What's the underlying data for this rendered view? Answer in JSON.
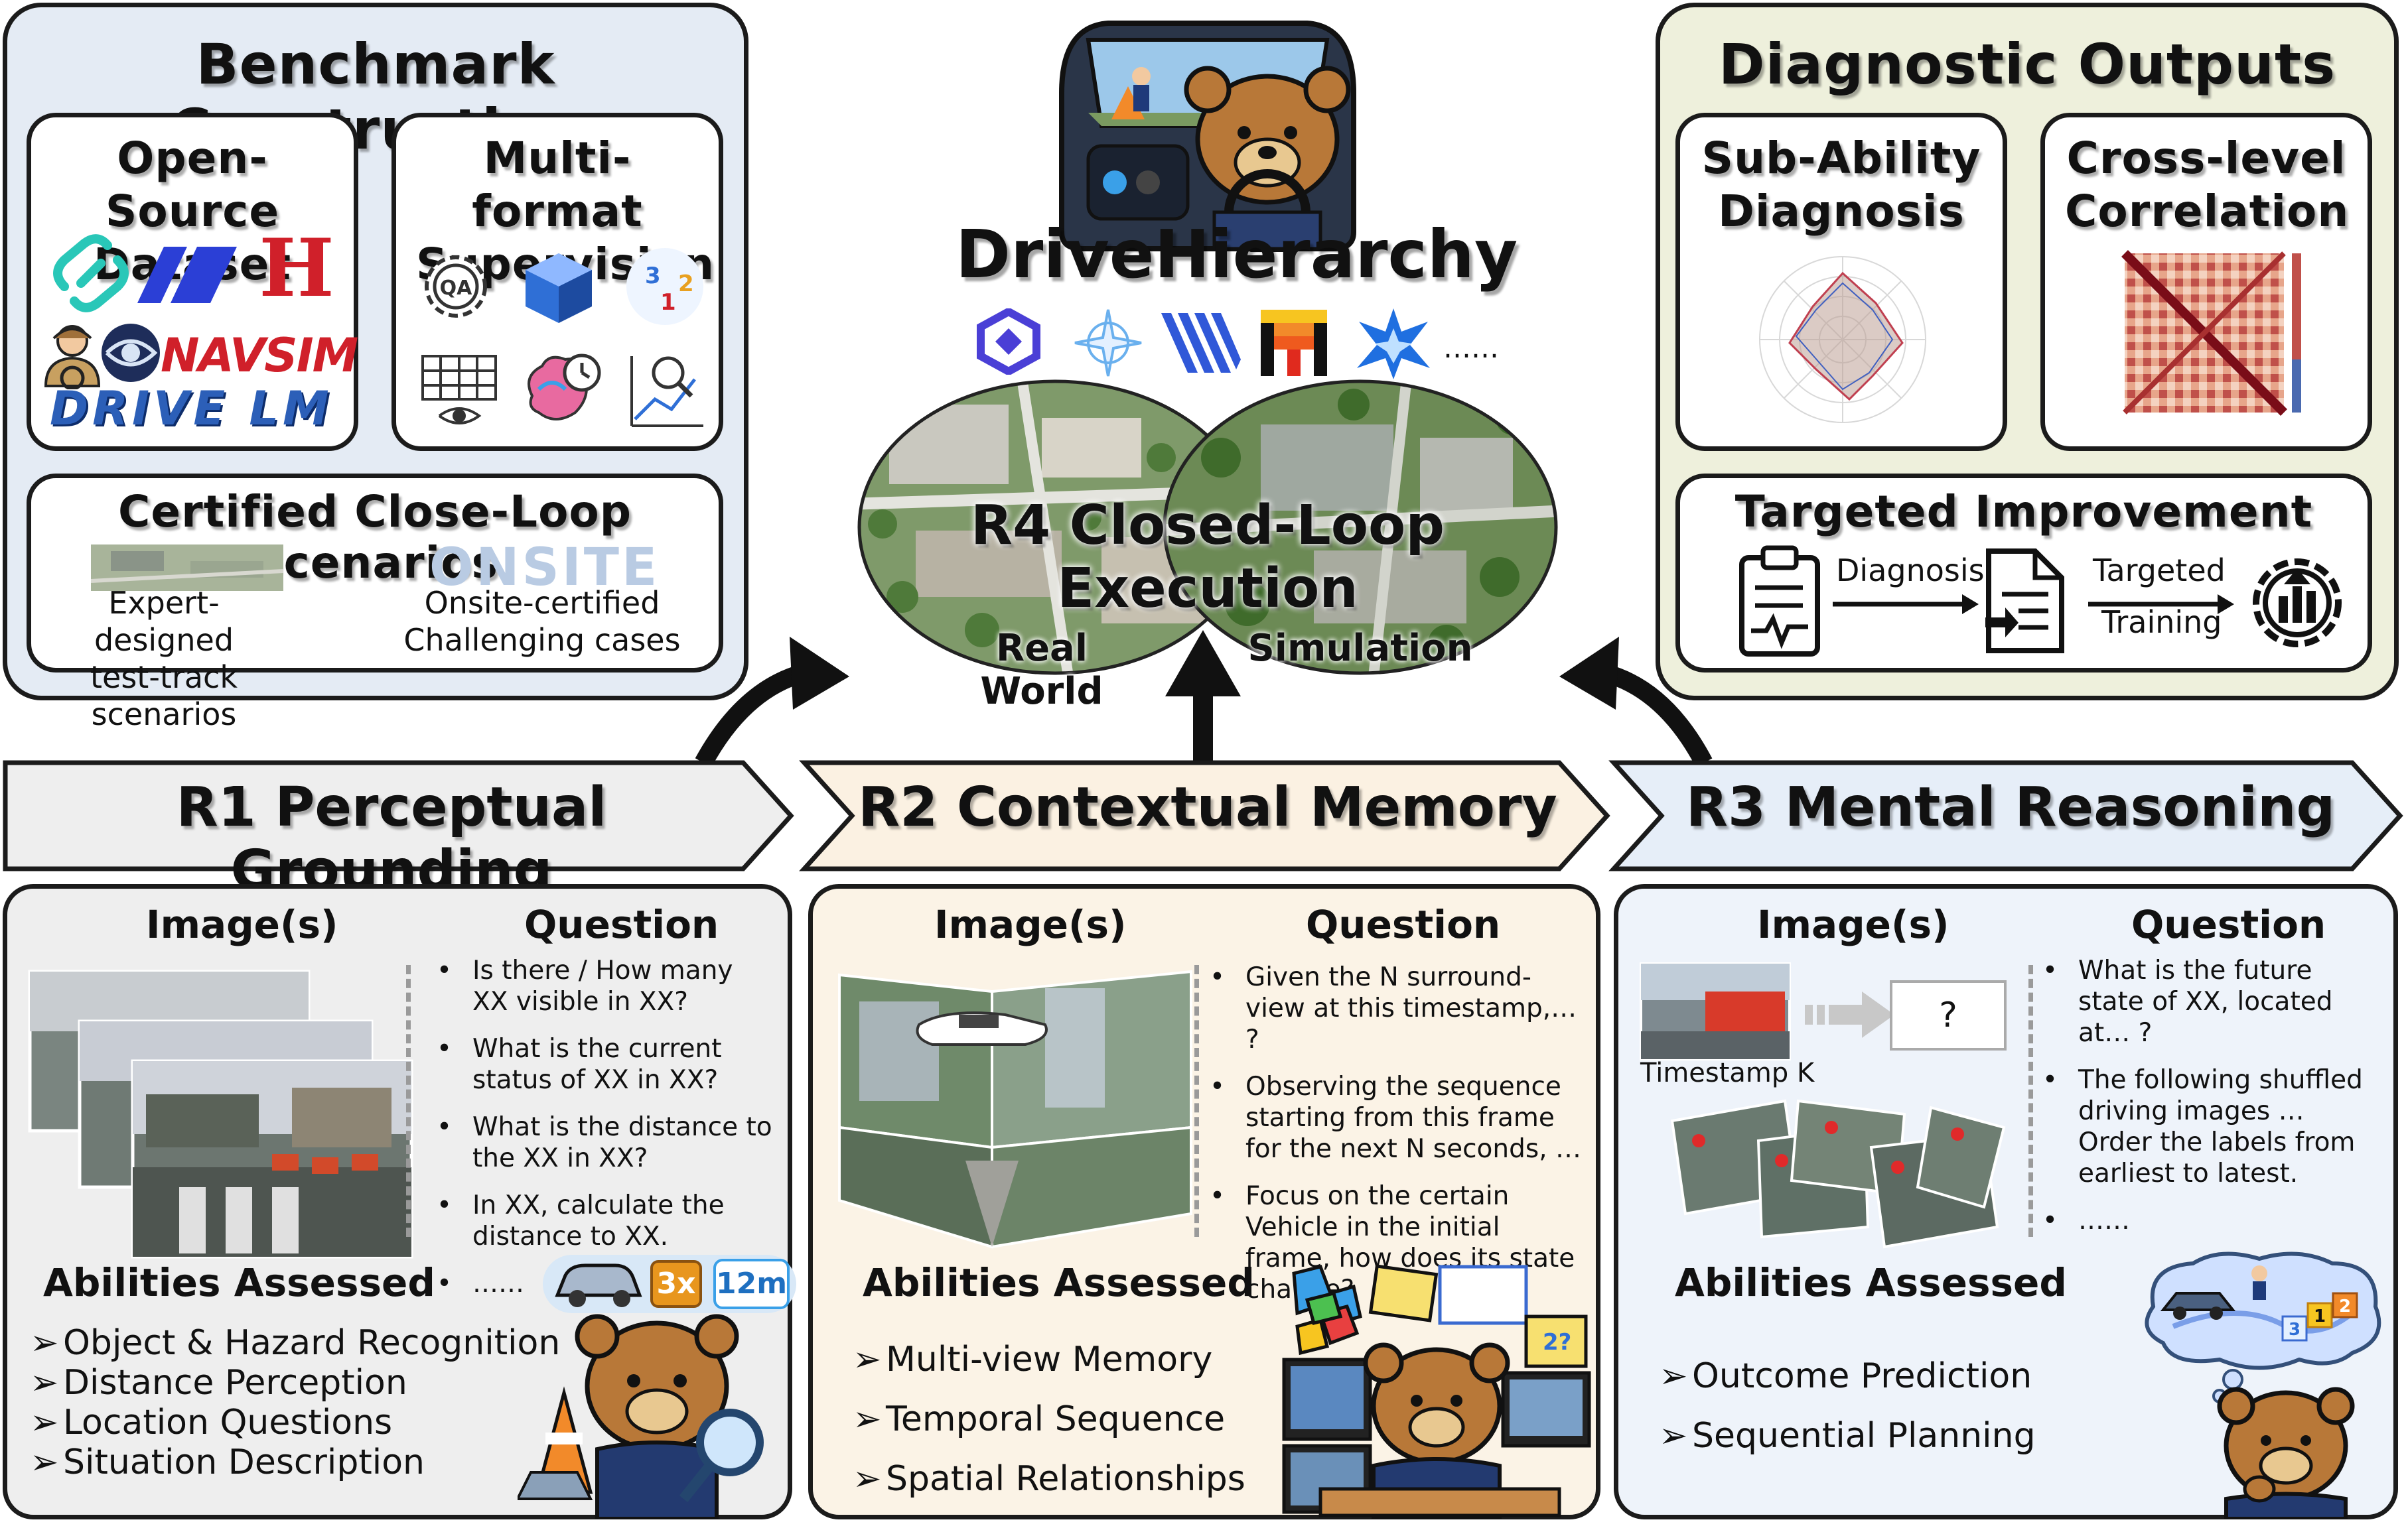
{
  "benchmark": {
    "title": "Benchmark Construction",
    "opensource_title": "Open-Source Dataset",
    "logos": {
      "navsim": "NAVSIM",
      "drivelm": "DRIVE LM",
      "h": "H"
    },
    "multiformat_title": "Multi-format Supervision",
    "icons": [
      "qa-gear-icon",
      "cube-icon",
      "numbers-icon",
      "grid-eye-icon",
      "brain-clock-icon",
      "chart-magnifier-icon"
    ],
    "qa_label": "QA",
    "num_labels": [
      "3",
      "1",
      "2"
    ],
    "closeloop_title": "Certified Close-Loop Scenarios",
    "closeloop_left": "Expert-designed test-track scenarios",
    "closeloop_right": "Onsite-certified Challenging cases",
    "onsite_logo": "ONSITE"
  },
  "center": {
    "title": "DriveHierarchy",
    "ellipsis": "……",
    "r4_label": "R4 Closed-Loop Execution",
    "real_label": "Real World",
    "sim_label": "Simulation"
  },
  "diagnostic": {
    "title": "Diagnostic Outputs",
    "sub_ability_title": "Sub-Ability Diagnosis",
    "cross_level_title": "Cross-level Correlation",
    "targeted_title": "Targeted Improvement",
    "diagnosis_label": "Diagnosis",
    "targeted_label": "Targeted",
    "training_label": "Training"
  },
  "stages": [
    {
      "label": "R1 Perceptual Grounding",
      "color": "#eeeeee"
    },
    {
      "label": "R2 Contextual Memory",
      "color": "#fbf1e2"
    },
    {
      "label": "R3 Mental Reasoning",
      "color": "#e6eef8"
    }
  ],
  "r1": {
    "images_header": "Image(s)",
    "question_header": "Question",
    "questions": [
      "Is there / How many XX visible in XX?",
      "What is the current status of XX in XX?",
      "What is the distance to the XX in XX?",
      "In XX, calculate the distance to XX.",
      "……"
    ],
    "abilities_header": "Abilities Assessed",
    "abilities": [
      "Object & Hazard Recognition",
      "Distance Perception",
      "Location Questions",
      "Situation Description"
    ],
    "badge_count": "3x",
    "badge_distance": "12m"
  },
  "r2": {
    "images_header": "Image(s)",
    "question_header": "Question",
    "questions": [
      "Given the N surround-view at this timestamp,… ?",
      "Observing the sequence starting from this frame for the next N seconds, …",
      "Focus on the certain Vehicle in the initial frame, how does its state change?"
    ],
    "abilities_header": "Abilities Assessed",
    "abilities": [
      "Multi-view Memory",
      "Temporal Sequence",
      "Spatial Relationships"
    ],
    "sticky_label": "2?"
  },
  "r3": {
    "images_header": "Image(s)",
    "question_header": "Question",
    "questions": [
      "What is the future state of XX, located at… ?",
      "The following shuffled driving images … Order the labels from earliest to latest.",
      "……"
    ],
    "unknown_label": "?",
    "timestamp_label": "Timestamp K",
    "abilities_header": "Abilities Assessed",
    "abilities": [
      "Outcome Prediction",
      "Sequential Planning"
    ],
    "thought_numbers": [
      "3",
      "1",
      "2"
    ]
  },
  "colors": {
    "blue_panel": "#e4ebf4",
    "green_panel": "#eef0dc",
    "r2_card": "#fbf3e6",
    "r3_card": "#eef3fa",
    "accent_blue": "#2f6fd6",
    "accent_red": "#d0202a"
  }
}
